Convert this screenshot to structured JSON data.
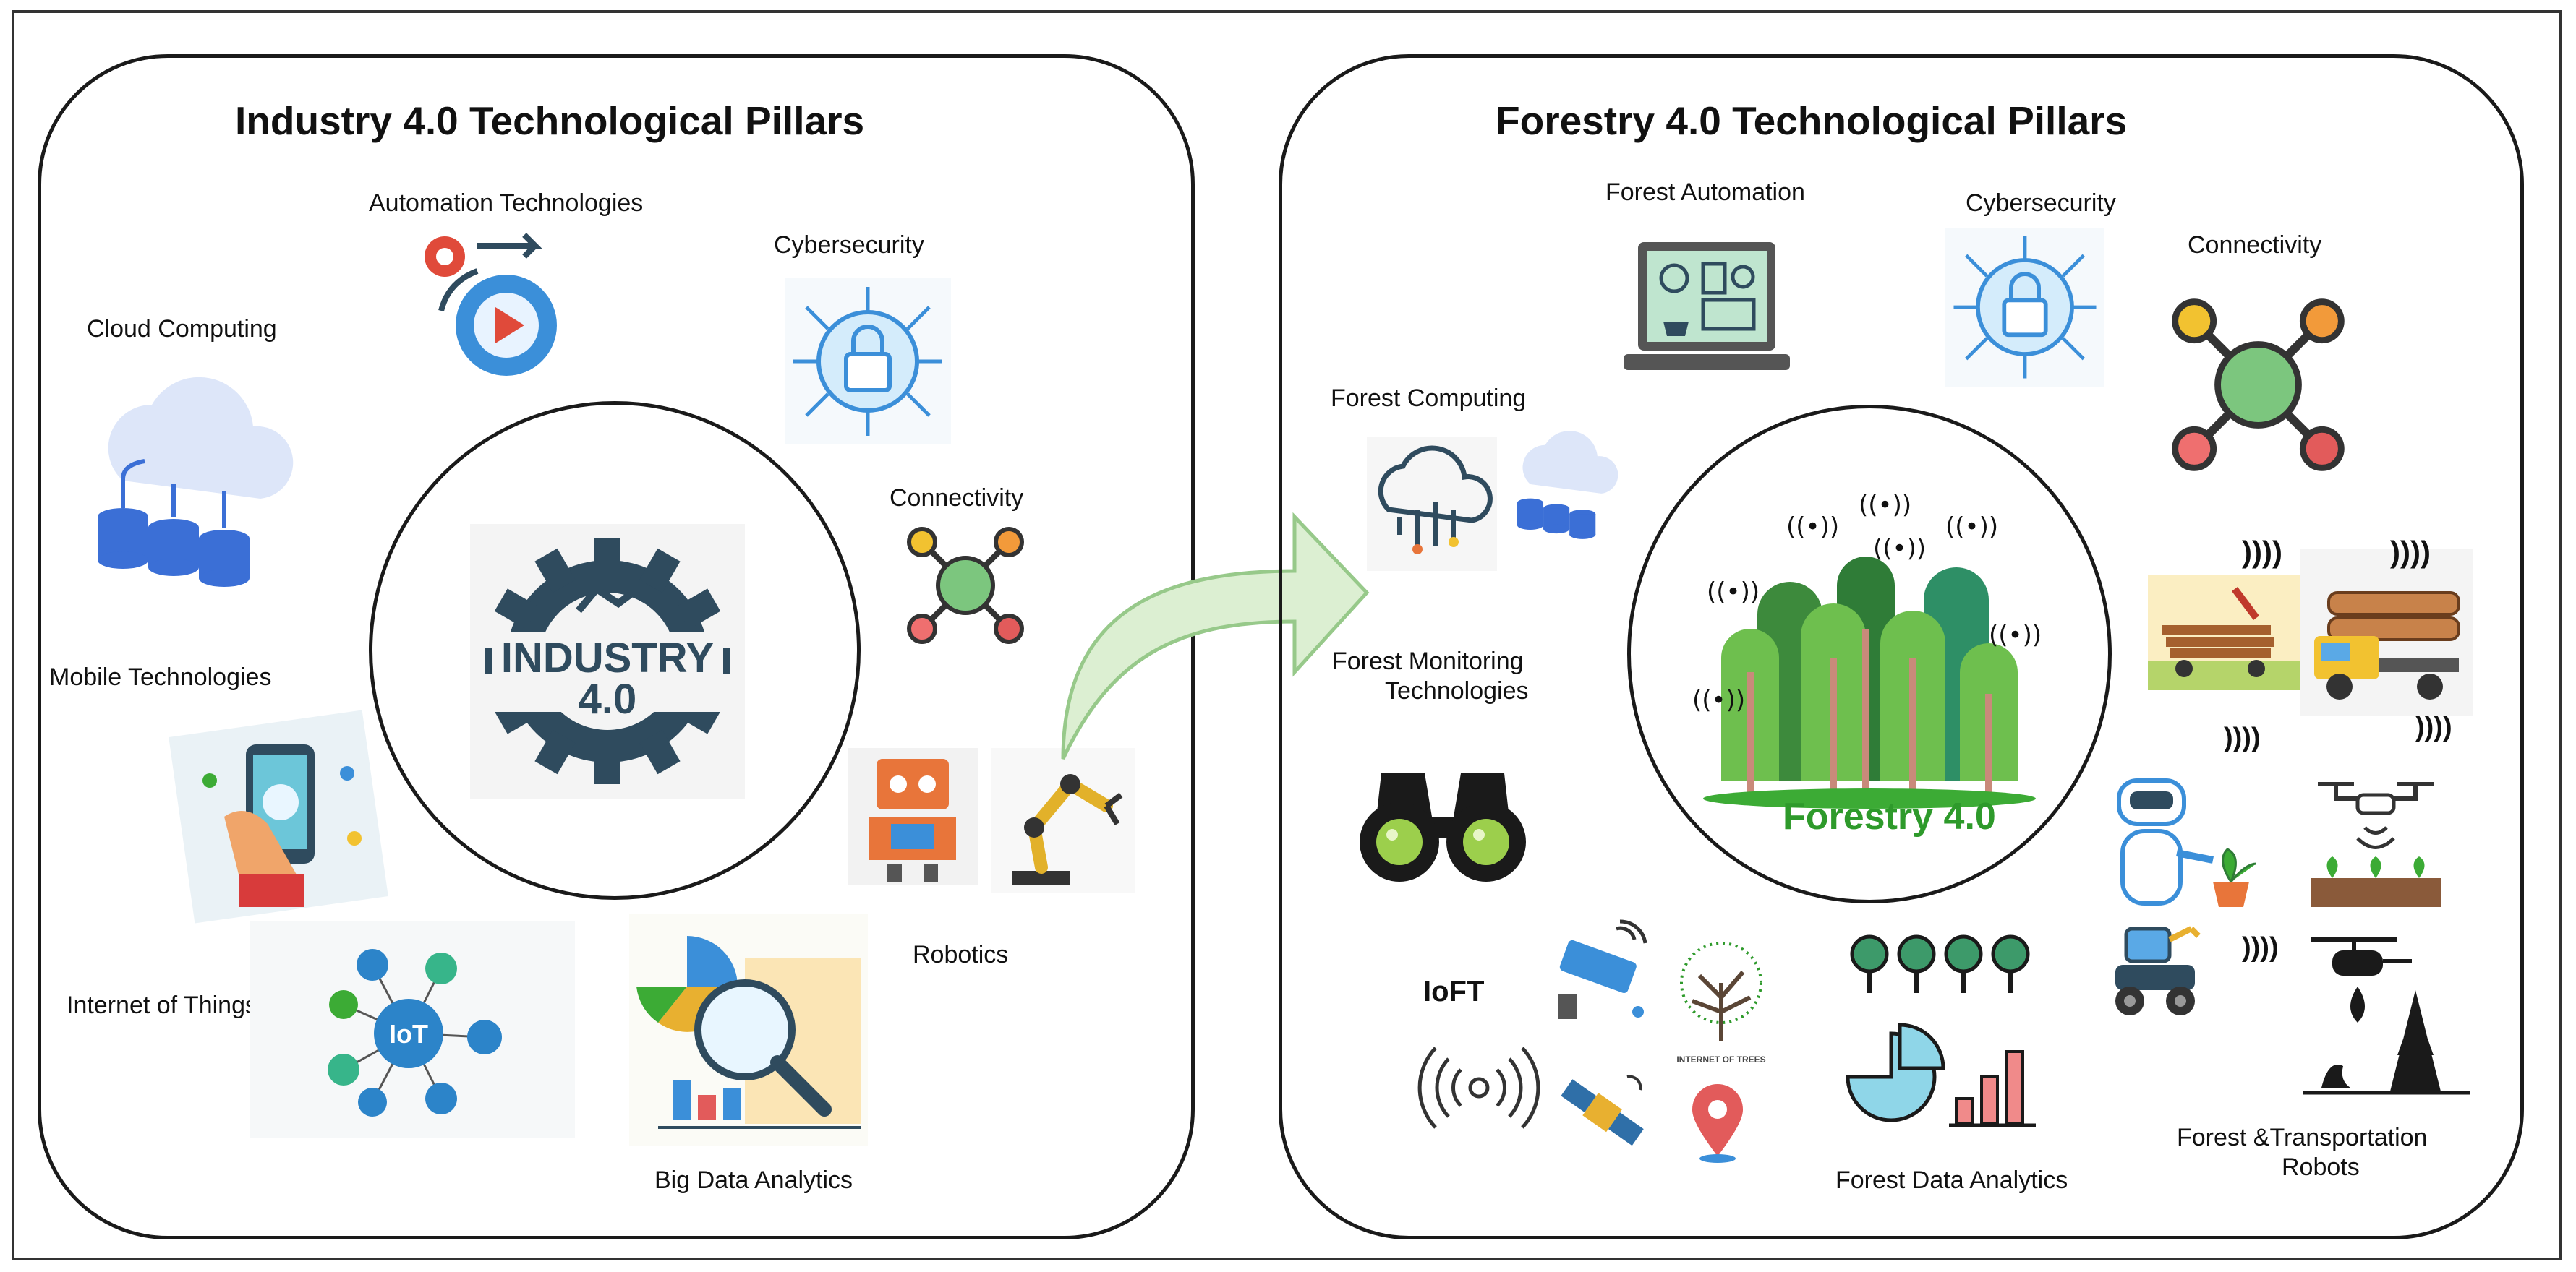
{
  "left": {
    "title": "Industry 4.0 Technological Pillars",
    "center_label_1": "INDUSTRY",
    "center_label_2": "4.0",
    "pillars": {
      "automation": "Automation Technologies",
      "cybersecurity": "Cybersecurity",
      "cloud": "Cloud Computing",
      "connectivity": "Connectivity",
      "mobile": "Mobile Technologies",
      "iot": "Internet of Things",
      "robotics": "Robotics",
      "bigdata": "Big Data Analytics"
    },
    "iot_badge": "IoT"
  },
  "right": {
    "title": "Forestry 4.0 Technological Pillars",
    "center_label": "Forestry 4.0",
    "pillars": {
      "automation": "Forest Automation",
      "cybersecurity": "Cybersecurity",
      "connectivity": "Connectivity",
      "computing": "Forest Computing",
      "monitoring_1": "Forest Monitoring",
      "monitoring_2": "Technologies",
      "ioft": "IoFT",
      "data": "Forest Data Analytics",
      "robots_1": "Forest &Transportation",
      "robots_2": "Robots"
    },
    "internet_of_trees": "INTERNET OF TREES"
  },
  "colors": {
    "blue": "#2f78c4",
    "light_blue": "#5aa9e6",
    "green": "#3cab35",
    "forestry_text": "#2e9a2b",
    "arrow_fill": "#dcefd2",
    "arrow_stroke": "#97c98a"
  }
}
